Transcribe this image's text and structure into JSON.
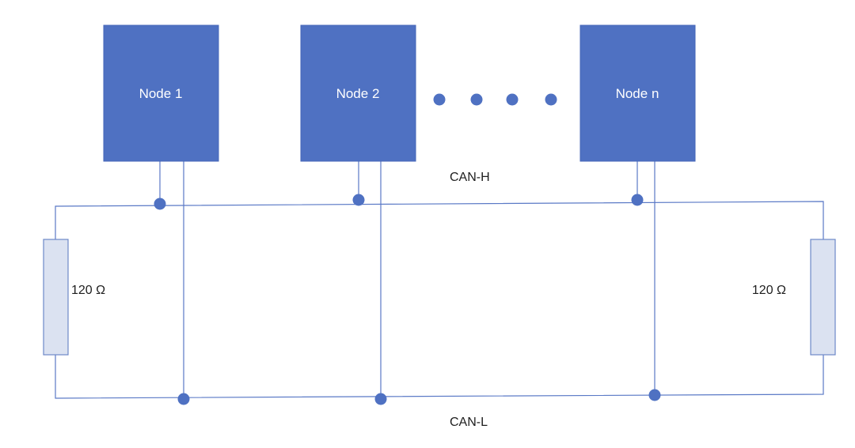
{
  "nodes": [
    {
      "label": "Node 1"
    },
    {
      "label": "Node 2"
    },
    {
      "label": "Node n"
    }
  ],
  "bus": {
    "high_label": "CAN-H",
    "low_label": "CAN-L"
  },
  "resistors": [
    {
      "label": "120 Ω"
    },
    {
      "label": "120 Ω"
    }
  ],
  "colors": {
    "node_fill": "#4f71c2",
    "wire": "#5a79c6",
    "resistor_fill": "#dbe2f1"
  }
}
